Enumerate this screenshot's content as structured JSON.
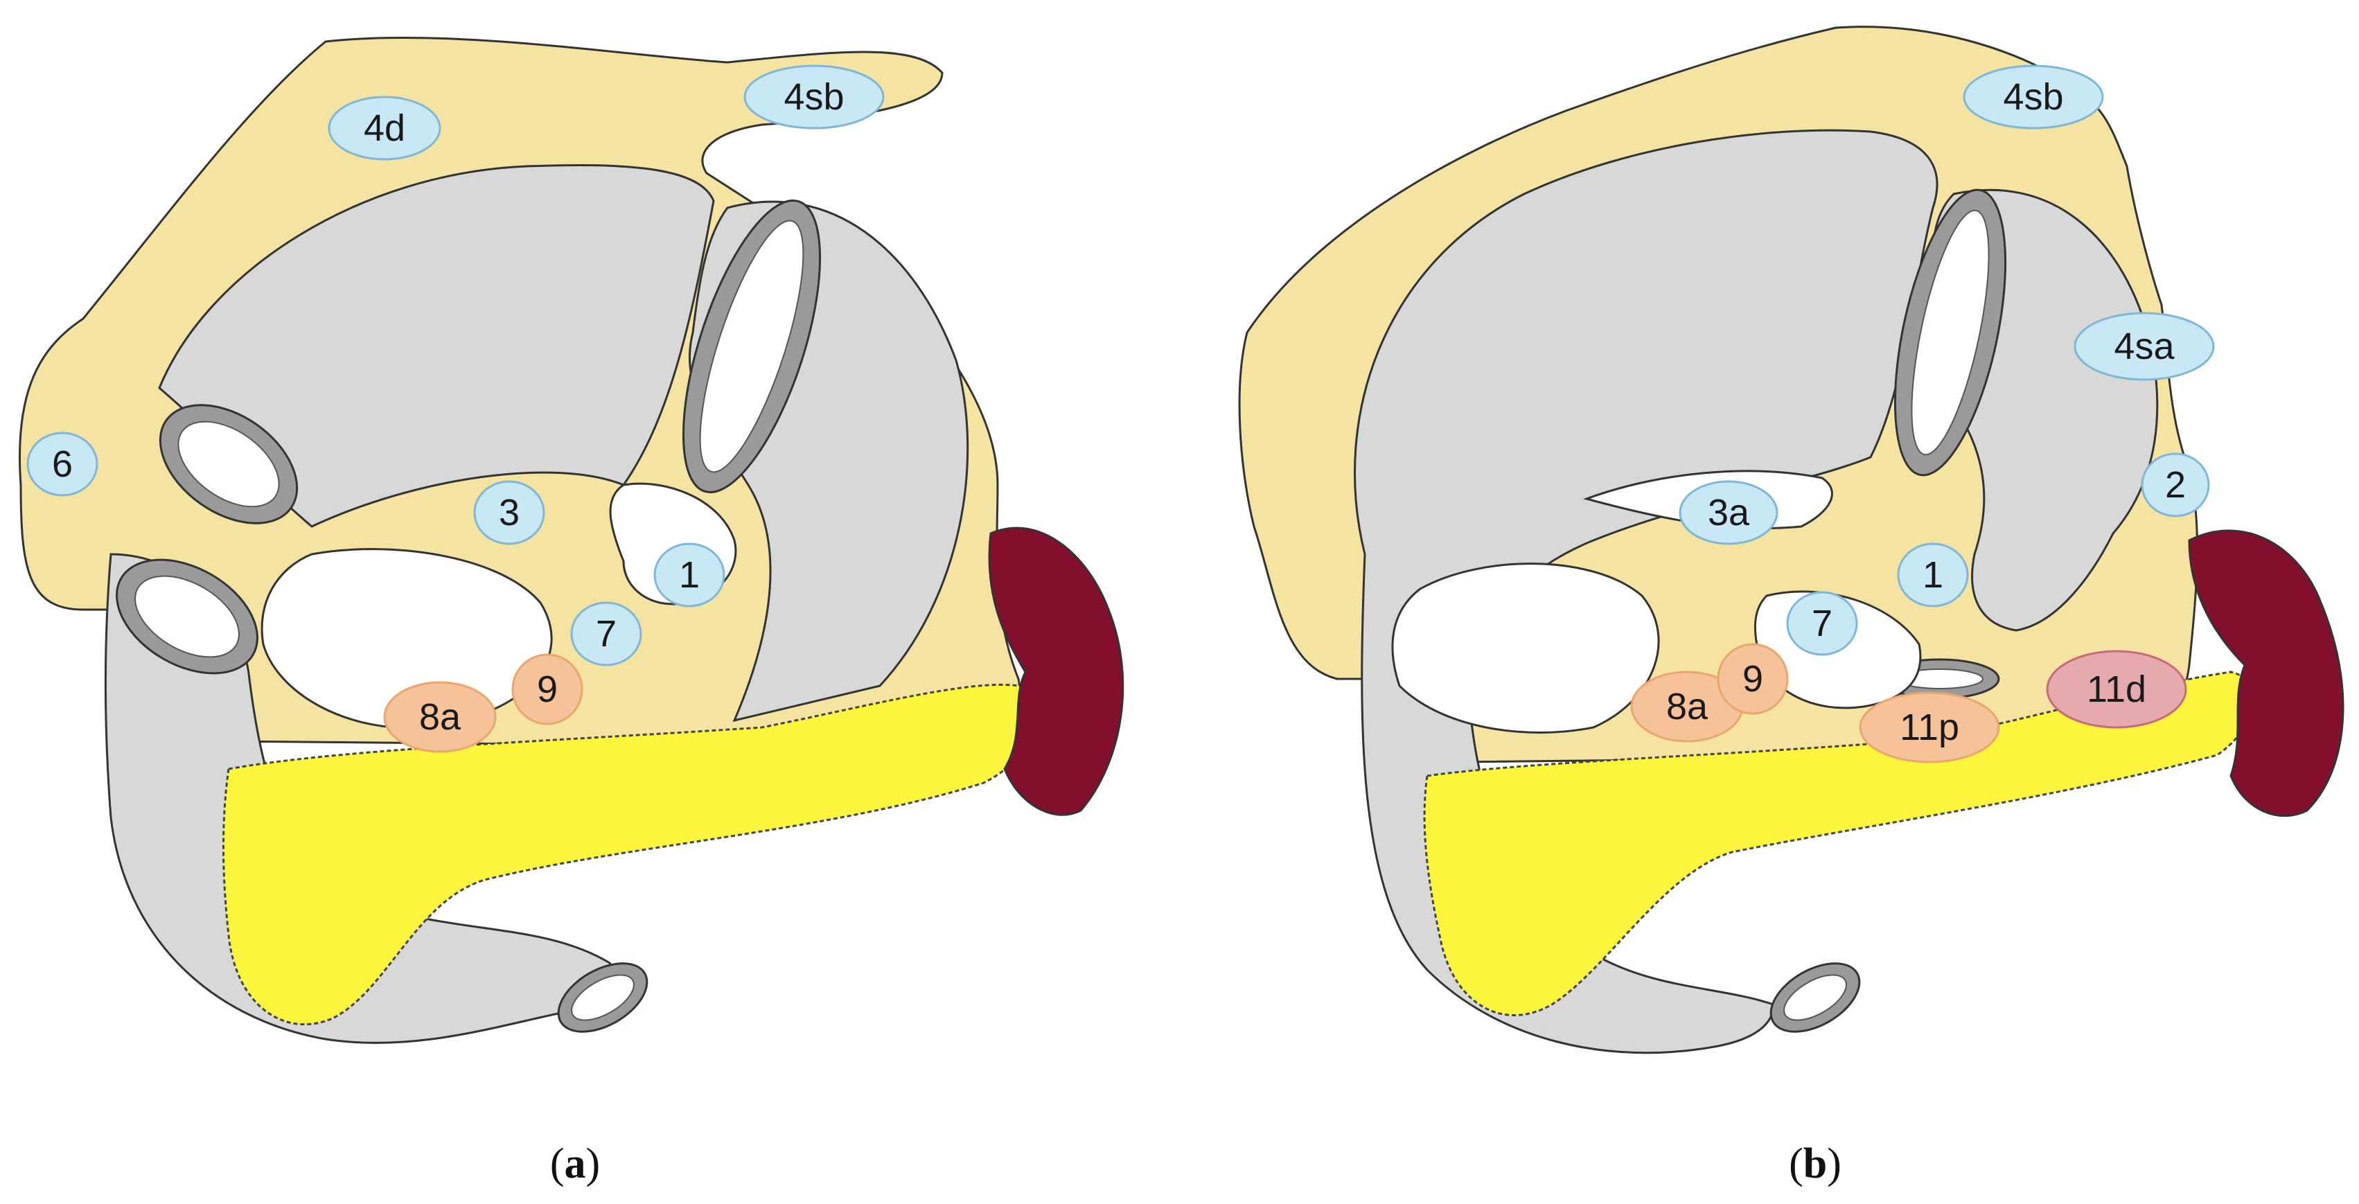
{
  "colors": {
    "omentum": "#f5e3a2",
    "organ": "#d8d8d8",
    "pancreas": "#fbf53d",
    "spleen": "#820f2c",
    "lumen_ring": "#9a9a9a",
    "node_blue": "#c9e8f6",
    "node_orange": "#f5c29a",
    "node_red": "#e5aab0",
    "outline": "#333333"
  },
  "panels": [
    {
      "id": "a",
      "caption_letter": "a",
      "nodes": [
        {
          "label": "4d",
          "color": "blue"
        },
        {
          "label": "4sb",
          "color": "blue"
        },
        {
          "label": "6",
          "color": "blue"
        },
        {
          "label": "3",
          "color": "blue"
        },
        {
          "label": "1",
          "color": "blue"
        },
        {
          "label": "7",
          "color": "blue"
        },
        {
          "label": "8a",
          "color": "orange"
        },
        {
          "label": "9",
          "color": "orange"
        }
      ]
    },
    {
      "id": "b",
      "caption_letter": "b",
      "nodes": [
        {
          "label": "4sb",
          "color": "blue"
        },
        {
          "label": "4sa",
          "color": "blue"
        },
        {
          "label": "2",
          "color": "blue"
        },
        {
          "label": "3a",
          "color": "blue"
        },
        {
          "label": "1",
          "color": "blue"
        },
        {
          "label": "7",
          "color": "blue"
        },
        {
          "label": "8a",
          "color": "orange"
        },
        {
          "label": "9",
          "color": "orange"
        },
        {
          "label": "11p",
          "color": "orange"
        },
        {
          "label": "11d",
          "color": "red"
        }
      ]
    }
  ]
}
